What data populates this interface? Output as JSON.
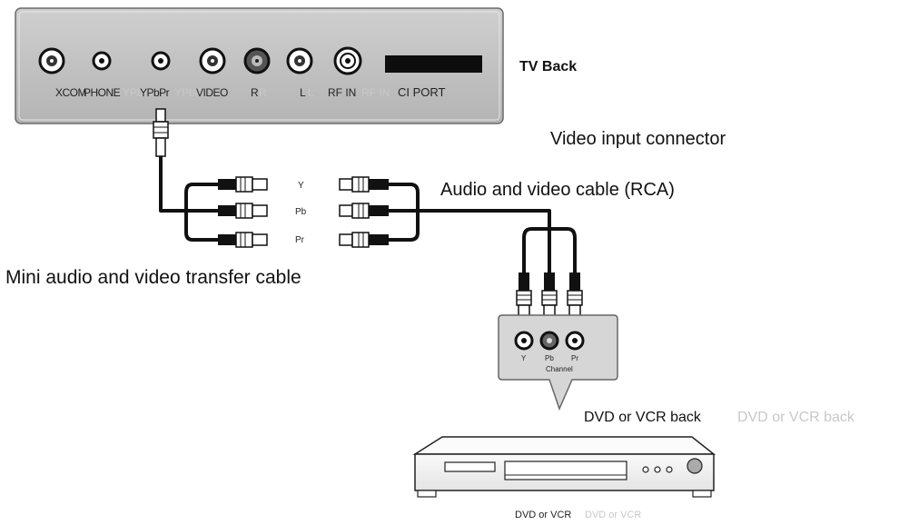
{
  "tv": {
    "title": "TV Back",
    "ports": {
      "xcom": "XCOM",
      "phone": "PHONE",
      "ypbpr_ghost": "YPbPr",
      "ypbpr": "YPbPr",
      "ypbpr_ghost2": "YPbPr",
      "video": "VIDEO",
      "r": "R",
      "r_ghost": "R",
      "l": "L",
      "l_ghost": "L",
      "rf_in": "RF IN",
      "rf_ghost": "RF IN",
      "ci_port": "CI PORT"
    }
  },
  "labels": {
    "video_input": "Video input connector",
    "av_cable": "Audio and video cable (RCA)",
    "mini_cable": "Mini audio and video transfer cable",
    "dvd_back": "DVD or VCR back",
    "dvd_back_ghost": "DVD or VCR back",
    "dvd_vcr": "DVD or VCR",
    "dvd_vcr_ghost": "DVD or VCR"
  },
  "rca": {
    "y": "Y",
    "pb": "Pb",
    "pr": "Pr"
  },
  "dvd_panel": {
    "y": "Y",
    "pb": "Pb",
    "pr": "Pr",
    "channel": "Channel"
  }
}
